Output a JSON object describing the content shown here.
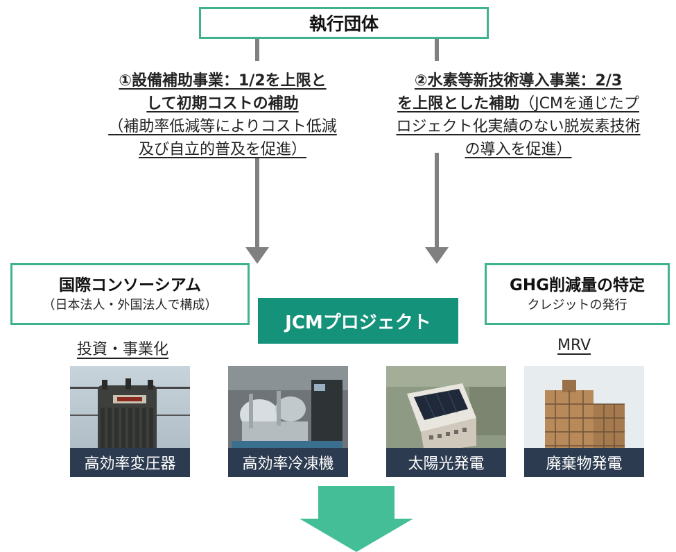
{
  "top_box": {
    "label": "執行団体"
  },
  "support": {
    "left": {
      "bold_line1": "①設備補助事業：1/2を上限と",
      "bold_line2": "して初期コストの補助",
      "normal_line1": "（補助率低減等によりコスト低減",
      "normal_line2": "及び自立的普及を促進）"
    },
    "right": {
      "bold_line1": "②水素等新技術導入事業：2/3",
      "bold_line2": "を上限とした補助",
      "normal_line1_suffix": "（JCMを通じたプ",
      "normal_line2": "ロジェクト化実績のない脱炭素技術",
      "normal_line3": "の導入を促進）"
    }
  },
  "consortium_box": {
    "title": "国際コンソーシアム",
    "subtitle": "（日本法人・外国法人で構成）"
  },
  "ghg_box": {
    "title": "GHG削減量の特定",
    "subtitle": "クレジットの発行"
  },
  "jcm_banner": {
    "label": "JCMプロジェクト"
  },
  "investment_label": "投資・事業化",
  "mrv_label": "MRV",
  "photos": [
    {
      "caption": "高効率変圧器",
      "icon": "transformer-photo"
    },
    {
      "caption": "高効率冷凍機",
      "icon": "chiller-photo"
    },
    {
      "caption": "太陽光発電",
      "icon": "solar-rooftop-photo"
    },
    {
      "caption": "廃棄物発電",
      "icon": "waste-plant-photo"
    }
  ],
  "colors": {
    "accent_green": "#3fb38f",
    "banner_green": "#14927a",
    "arrow_green": "#43be97",
    "connector_gray": "#808080",
    "caption_bg": "#2c3b50"
  }
}
